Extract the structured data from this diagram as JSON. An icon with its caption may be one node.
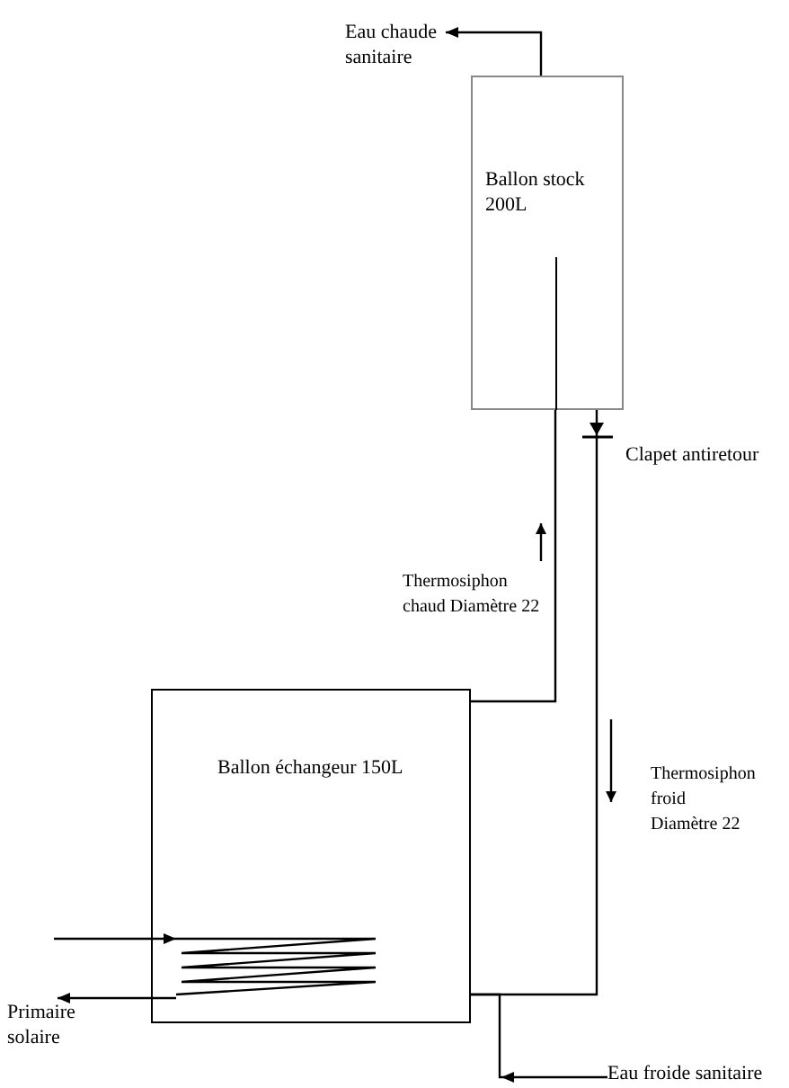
{
  "diagram": {
    "nodes": [
      {
        "text": [
          "Ballon stock 200L"
        ]
      },
      {
        "text": [
          "Ballon échangeur 150L"
        ]
      },
      {
        "text": [
          "Eau chaude sanitaire"
        ]
      },
      {
        "text": [
          "Eau froide sanitaire"
        ]
      },
      {
        "text": [
          "Primaire solaire"
        ]
      },
      {
        "text": [],
        "shape": "coil",
        "in": 1
      }
    ],
    "edges": [
      {
        "from": 0,
        "to": 2,
        "arrow": "to"
      },
      {
        "from": 1,
        "to": 0,
        "arrow": "none",
        "label": "Thermosiphon chaud Diamètre 22"
      },
      {
        "from": 0,
        "to": 1,
        "arrow": "to",
        "label": "Thermosiphon froid Diamètre 22"
      },
      {
        "from": 3,
        "to": 1,
        "arrow": "to"
      },
      {
        "from": null,
        "to": 5,
        "arrow": "to"
      },
      {
        "from": 5,
        "to": 4,
        "arrow": "to"
      }
    ],
    "labels": [
      "Clapet antiretour"
    ]
  }
}
